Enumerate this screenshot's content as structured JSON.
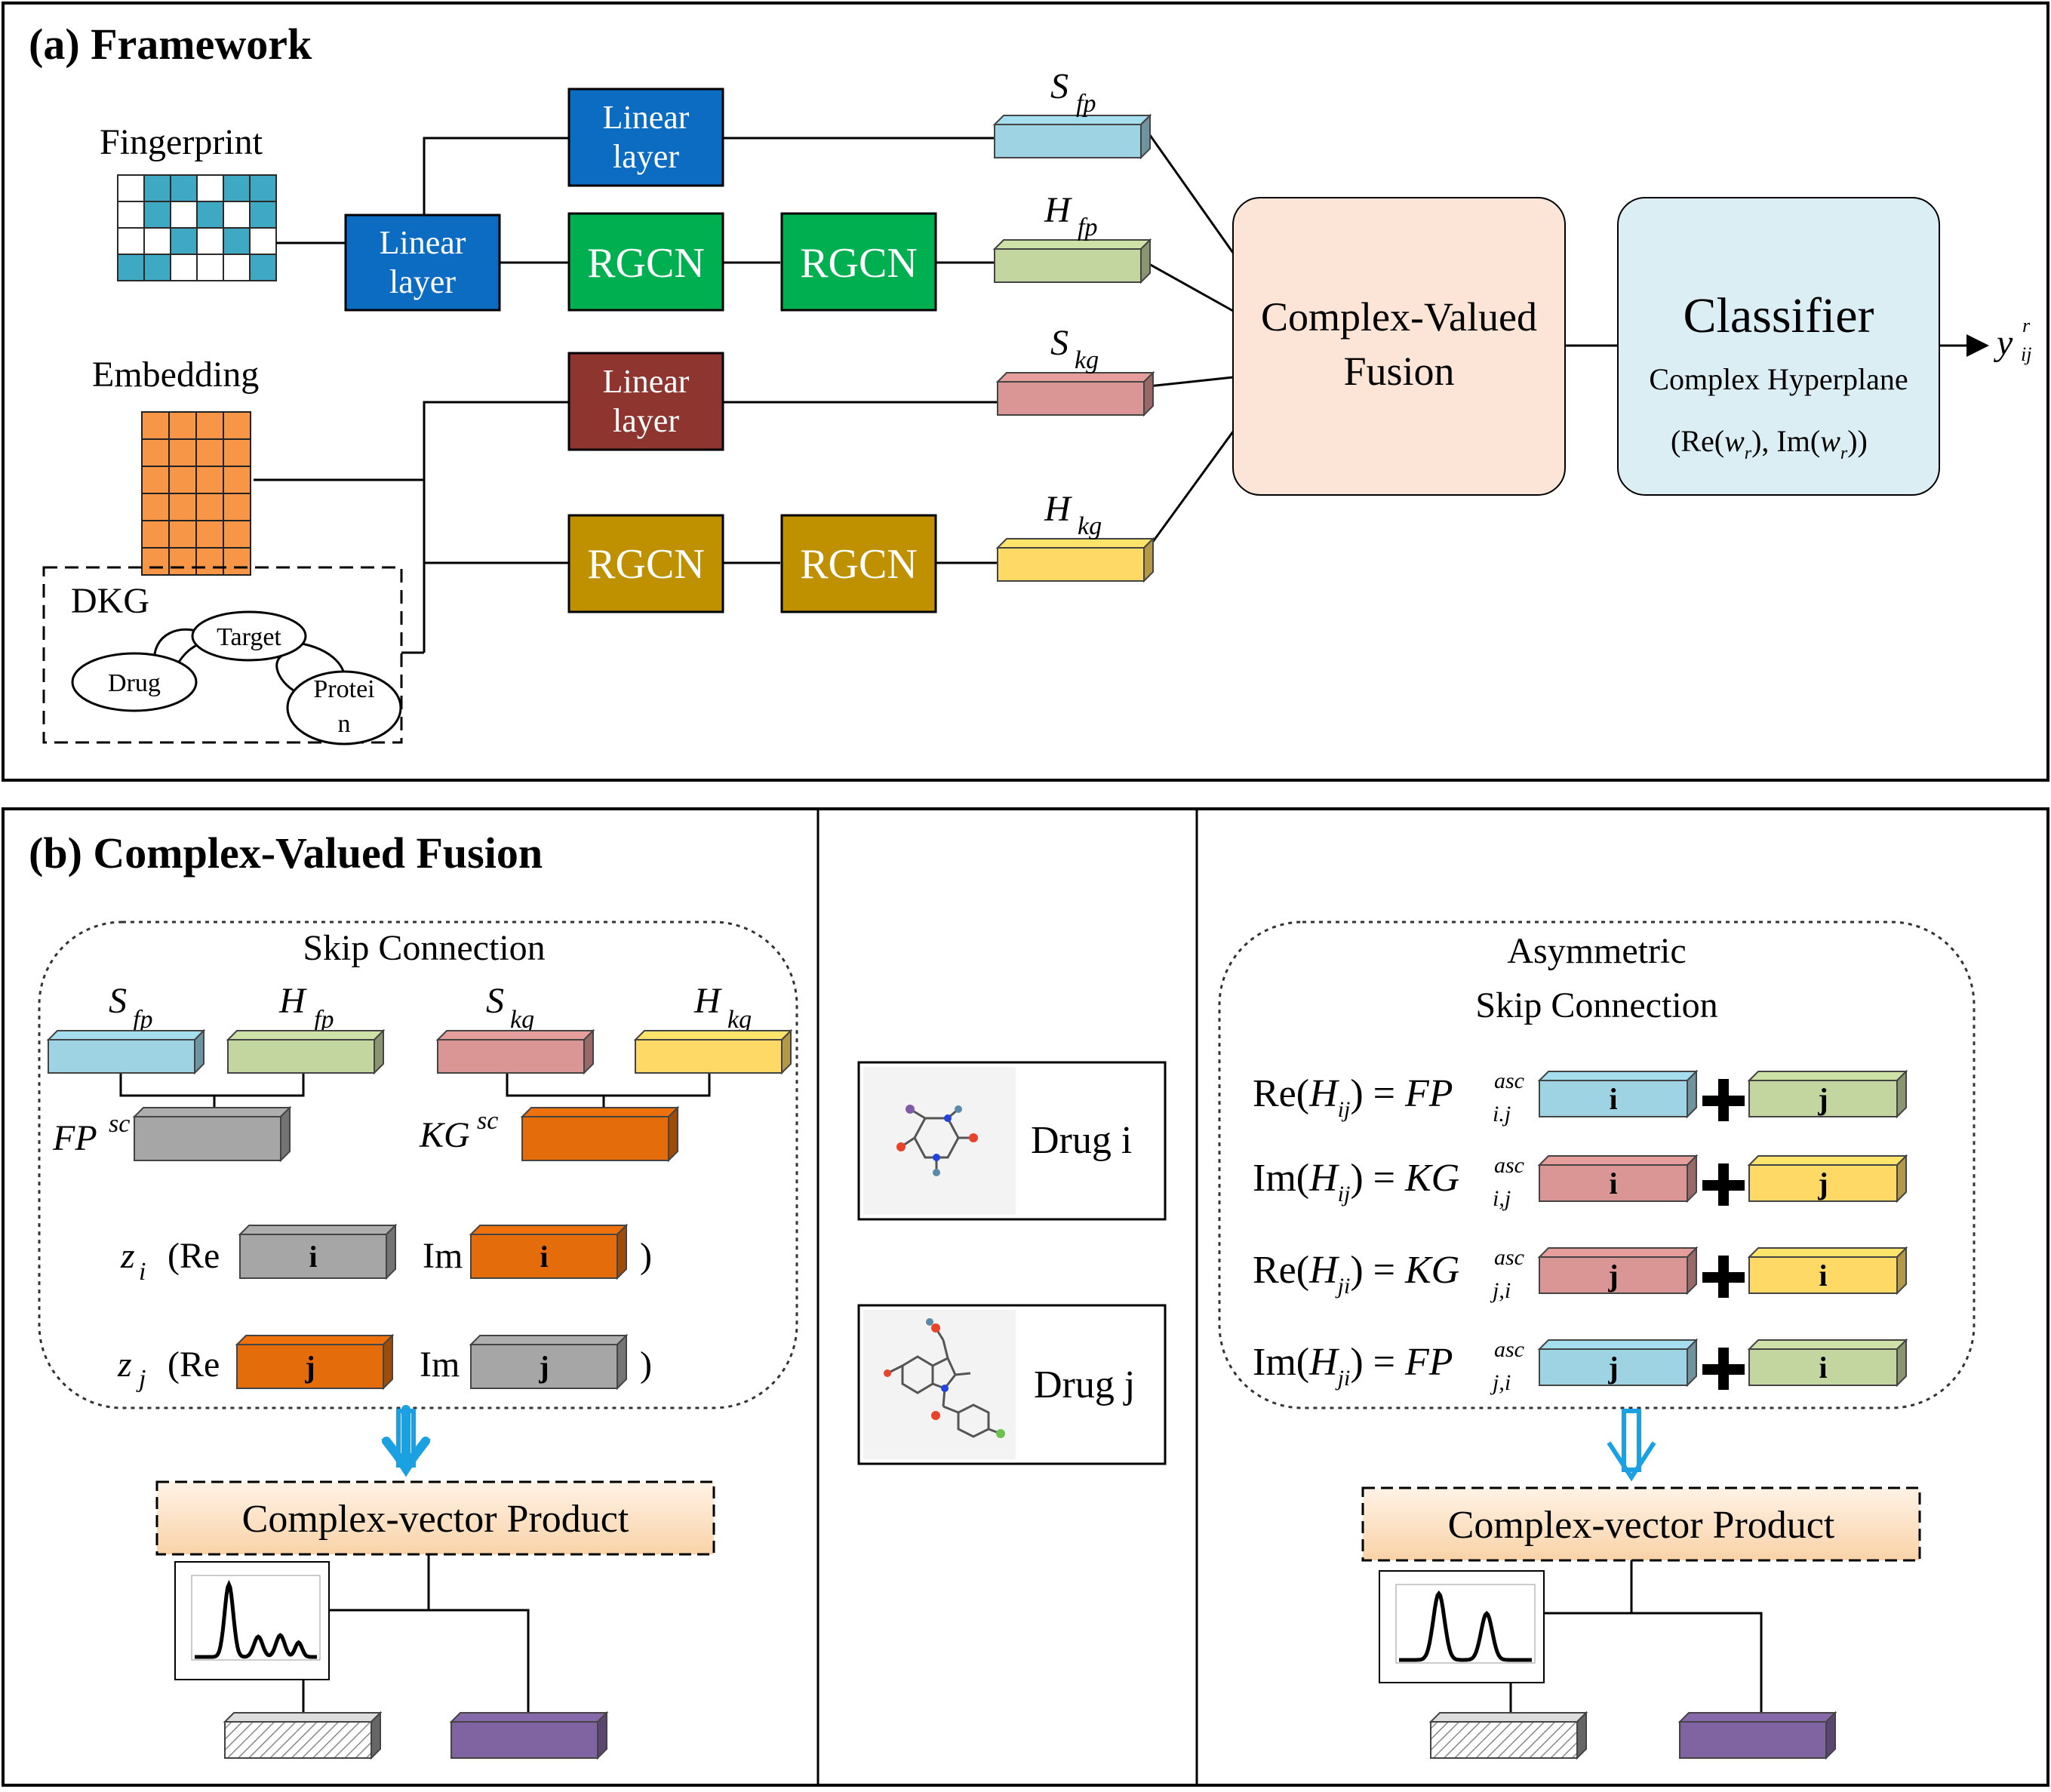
{
  "panel_a": {
    "title": "(a) Framework",
    "fingerprint_label": "Fingerprint",
    "embedding_label": "Embedding",
    "dkg": {
      "label": "DKG",
      "nodes": [
        "Target",
        "Drug",
        "Protei",
        "n"
      ]
    },
    "linear_layer": [
      "Linear",
      "layer"
    ],
    "rgcn_label": "RGCN",
    "vectors": {
      "s_fp": {
        "main": "S",
        "sub": "fp"
      },
      "h_fp": {
        "main": "H",
        "sub": "fp"
      },
      "s_kg": {
        "main": "S",
        "sub": "kg"
      },
      "h_kg": {
        "main": "H",
        "sub": "kg"
      }
    },
    "fusion": [
      "Complex-Valued",
      "Fusion"
    ],
    "classifier": {
      "title": "Classifier",
      "subtitle": "Complex Hyperplane",
      "re": "(Re(",
      "w": "w",
      "r": "r",
      "mid": "), Im(",
      "end": "))"
    },
    "output": {
      "main": "y",
      "sup": "r",
      "sub": "ij"
    }
  },
  "panel_b": {
    "title": "(b) Complex-Valued Fusion",
    "skip_connection": "Skip Connection",
    "fp_sc": {
      "main": "FP",
      "sup": "sc"
    },
    "kg_sc": {
      "main": "KG",
      "sup": "sc"
    },
    "z_i": {
      "main": "z",
      "sub": "i"
    },
    "z_j": {
      "main": "z",
      "sub": "j"
    },
    "re": "(Re",
    "im": "Im",
    "close": ")",
    "i": "i",
    "j": "j",
    "complex_vector_product": "Complex-vector Product",
    "drug_i": "Drug i",
    "drug_j": "Drug j",
    "asym_title": [
      "Asymmetric",
      "Skip Connection"
    ],
    "equations": [
      {
        "lhs": "Re(",
        "h": "H",
        "hsub": "ij",
        "rhs": ") = ",
        "term": "FP",
        "sup": "asc",
        "sub": "i.j"
      },
      {
        "lhs": "Im(",
        "h": "H",
        "hsub": "ij",
        "rhs": ") = ",
        "term": "KG",
        "sup": "asc",
        "sub": "i,j"
      },
      {
        "lhs": "Re(",
        "h": "H",
        "hsub": "ji",
        "rhs": ") = ",
        "term": "KG",
        "sup": "asc",
        "sub": "j,i"
      },
      {
        "lhs": "Im(",
        "h": "H",
        "hsub": "ji",
        "rhs": ") = ",
        "term": "FP",
        "sup": "asc",
        "sub": "j,i"
      }
    ]
  },
  "colors": {
    "linear_blue": "#0B6CC2",
    "linear_red": "#8E3530",
    "rgcn_green": "#00B050",
    "rgcn_gold": "#BF9000",
    "s_fp": "#9DD3E3",
    "h_fp": "#C4D69F",
    "s_kg": "#DA9694",
    "h_kg": "#FFD966",
    "fusion_bg": "#FCE4D6",
    "classifier_bg": "#DAEEF3",
    "orange": "#E46C0A",
    "gray": "#A6A6A6",
    "purple": "#8064A2",
    "arrow_blue": "#1BA1E2",
    "fingerprint_teal": "#3FA8C2",
    "embedding_orange": "#F79646"
  }
}
